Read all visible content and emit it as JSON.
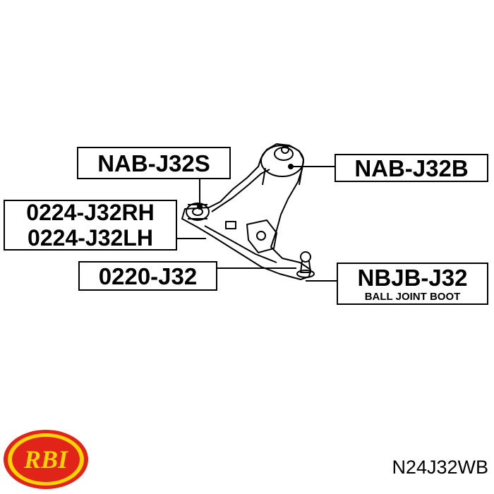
{
  "labels": {
    "nab_j32s": "NAB-J32S",
    "nab_j32b": "NAB-J32B",
    "bushing_rh": "0224-J32RH",
    "bushing_lh": "0224-J32LH",
    "arm": "0220-J32",
    "ball_joint": "NBJB-J32",
    "ball_joint_desc": "BALL JOINT BOOT"
  },
  "brand": {
    "logo_text": "RBI"
  },
  "part_number": "N24J32WB",
  "colors": {
    "ink": "#000000",
    "logo_red": "#e2231a",
    "logo_yellow": "#ffd400"
  }
}
